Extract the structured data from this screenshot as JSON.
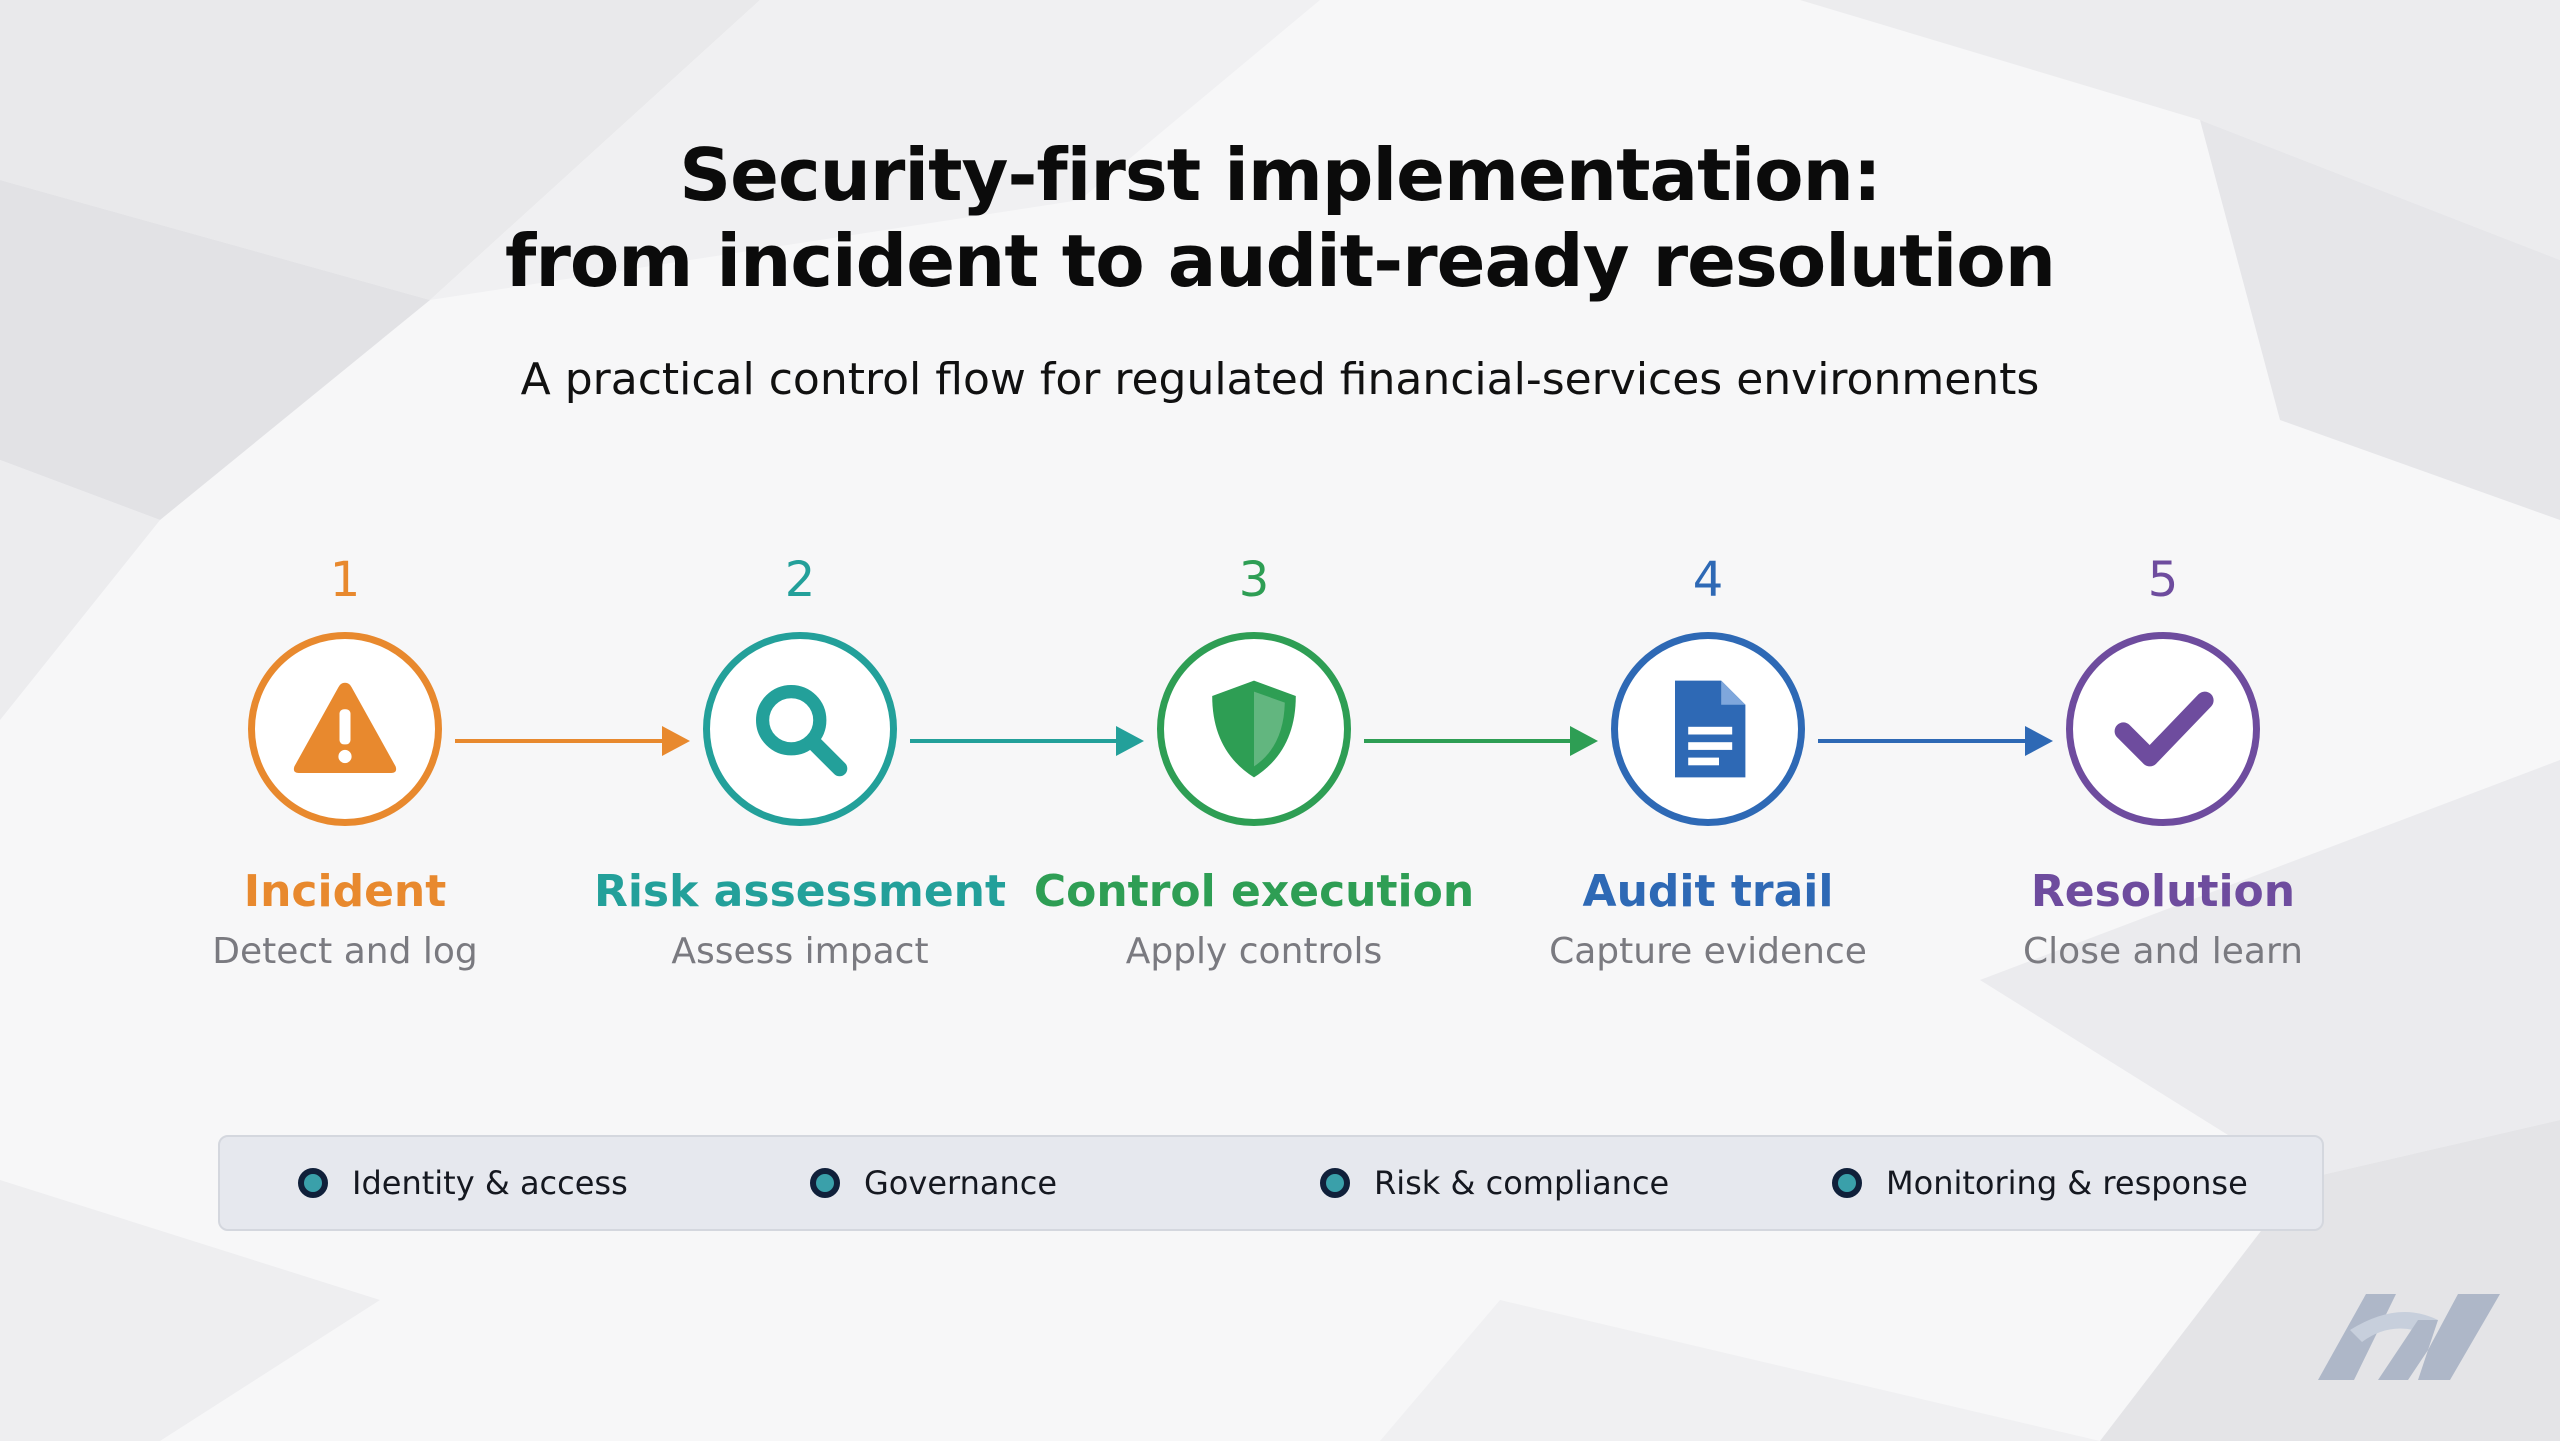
{
  "header": {
    "title_line1": "Security-first implementation:",
    "title_line2": "from incident to audit-ready resolution",
    "subtitle": "A practical control flow for regulated financial-services environments"
  },
  "steps": [
    {
      "number": "1",
      "title": "Incident",
      "description": "Detect and log",
      "icon": "warning-icon",
      "color": "#E8892E"
    },
    {
      "number": "2",
      "title": "Risk assessment",
      "description": "Assess impact",
      "icon": "search-icon",
      "color": "#23A09A"
    },
    {
      "number": "3",
      "title": "Control execution",
      "description": "Apply controls",
      "icon": "shield-icon",
      "color": "#2E9E54"
    },
    {
      "number": "4",
      "title": "Audit trail",
      "description": "Capture evidence",
      "icon": "document-icon",
      "color": "#2E69B5"
    },
    {
      "number": "5",
      "title": "Resolution",
      "description": "Close and learn",
      "icon": "checkmark-icon",
      "color": "#6E4C9E"
    }
  ],
  "connectors": [
    {
      "color": "#E8892E"
    },
    {
      "color": "#23A09A"
    },
    {
      "color": "#2E9E54"
    },
    {
      "color": "#2E69B5"
    }
  ],
  "legend": {
    "items": [
      {
        "label": "Identity & access"
      },
      {
        "label": "Governance"
      },
      {
        "label": "Risk & compliance"
      },
      {
        "label": "Monitoring & response"
      }
    ]
  },
  "logo": {
    "icon": "brand-logo-icon",
    "color": "#aeb7c8"
  }
}
